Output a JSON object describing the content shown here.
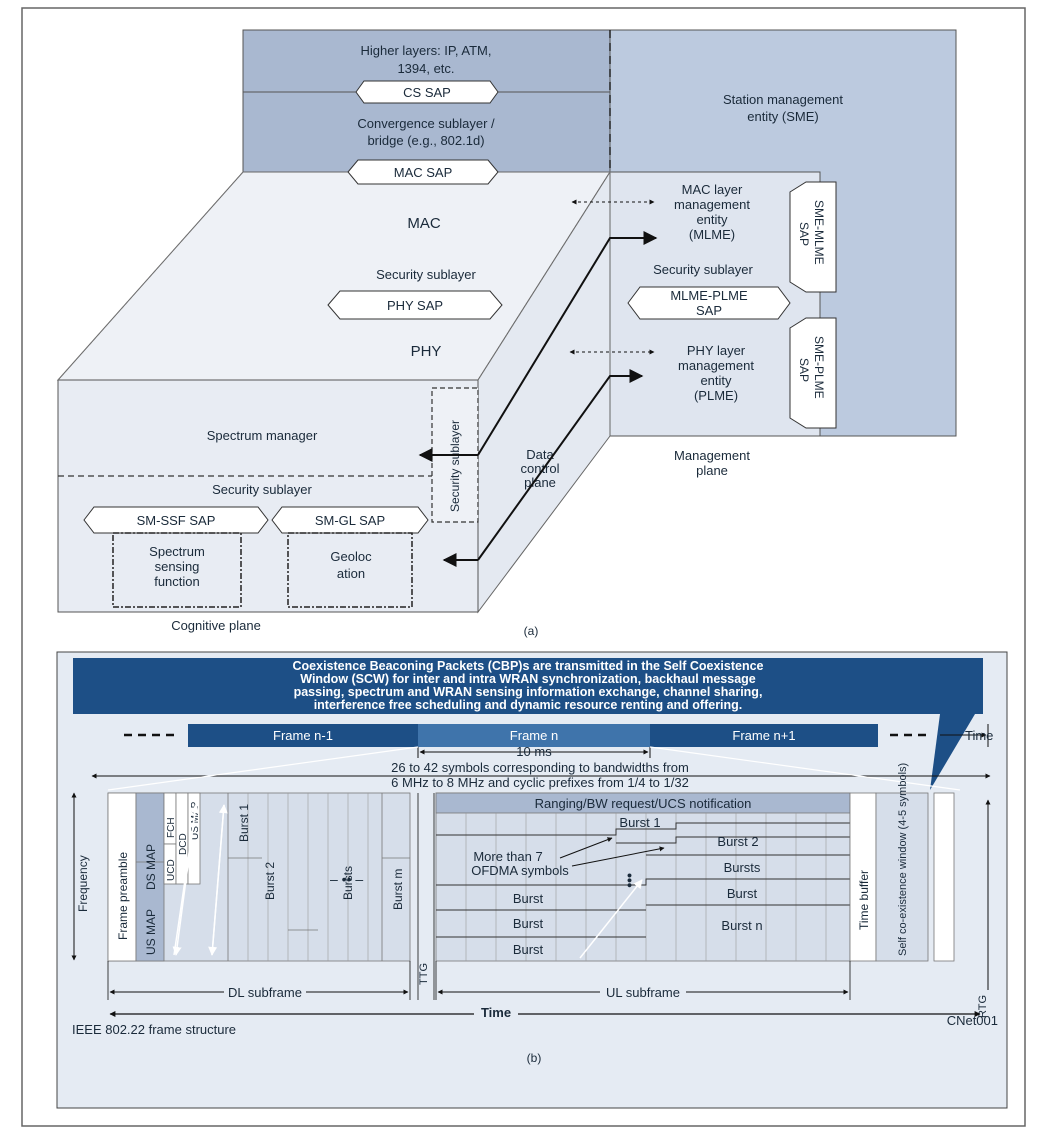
{
  "part_a": {
    "higher_layers": [
      "Higher layers: IP, ATM,",
      "1394, etc."
    ],
    "cs_sap": "CS SAP",
    "convergence": [
      "Convergence sublayer /",
      "bridge (e.g., 802.1d)"
    ],
    "mac_sap": "MAC SAP",
    "mac": "MAC",
    "security_sublayer_mac": "Security sublayer",
    "phy_sap": "PHY SAP",
    "phy": "PHY",
    "sme": [
      "Station management",
      "entity (SME)"
    ],
    "mlme": [
      "MAC layer",
      "management",
      "entity",
      "(MLME)"
    ],
    "security_sublayer_mgmt": "Security sublayer",
    "mlme_plme_sap": [
      "MLME-PLME",
      "SAP"
    ],
    "plme": [
      "PHY layer",
      "management",
      "entity",
      "(PLME)"
    ],
    "sme_mlme_sap": [
      "SME-MLME",
      "SAP"
    ],
    "sme_plme_sap": [
      "SME-PLME",
      "SAP"
    ],
    "spectrum_manager": "Spectrum manager",
    "security_sublayer_cog": "Security sublayer",
    "security_sublayer_vertical": "Security sublayer",
    "data_control_plane": [
      "Data",
      "control",
      "plane"
    ],
    "management_plane": [
      "Management",
      "plane"
    ],
    "sm_ssf_sap": "SM-SSF SAP",
    "sm_gl_sap": "SM-GL SAP",
    "ssf": [
      "Spectrum",
      "sensing",
      "function"
    ],
    "geoloc": [
      "Geoloc",
      "ation"
    ],
    "cognitive_plane": "Cognitive plane",
    "caption": "(a)"
  },
  "part_b": {
    "cbp_text": [
      "Coexistence Beaconing Packets (CBP)s are transmitted in the Self Coexistence",
      "Window (SCW) for inter and intra WRAN synchronization, backhaul message",
      "passing, spectrum and WRAN sensing information exchange, channel sharing,",
      "interference free scheduling and dynamic resource renting and offering."
    ],
    "frame_prev": "Frame n-1",
    "frame_cur": "Frame n",
    "frame_next": "Frame n+1",
    "time_top": "Time",
    "ten_ms": "10 ms",
    "symbols_text": [
      "26 to 42 symbols corresponding to bandwidths from",
      "6 MHz to 8 MHz and cyclic prefixes from 1/4 to 1/32"
    ],
    "frequency": "Frequency",
    "frame_preamble": "Frame preamble",
    "fch": "FCH",
    "ds_map": "DS MAP",
    "us_map": "US MAP",
    "ucd": "UCD",
    "dcd": "DCD",
    "us_map2": "US MAP",
    "burst1_dl": "Burst 1",
    "burst2_dl": "Burst 2",
    "bursts_dl": "Bursts",
    "burst_m": "Burst m",
    "ranging": "Ranging/BW request/UCS notification",
    "ul_burst1": "Burst 1",
    "ul_burst2": "Burst 2",
    "more_than": [
      "More than 7",
      "OFDMA symbols"
    ],
    "ul_bursts": "Bursts",
    "ul_burst_left1": "Burst",
    "ul_burst_left2": "Burst",
    "ul_burst_left3": "Burst",
    "ul_burst_right": "Burst",
    "ul_burst_n": "Burst n",
    "time_buffer": "Time buffer",
    "scw": "Self co-existence window (4-5 symbols)",
    "ttg": "TTG",
    "rtg": "RTG",
    "dl_subframe": "DL subframe",
    "ul_subframe": "UL subframe",
    "time_bottom": "Time",
    "ieee": "IEEE 802.22 frame structure",
    "cnet": "CNet001",
    "caption": "(b)"
  },
  "colors": {
    "dark_blue": "#1d4f86",
    "mid_blue": "#3f74ab",
    "light_blue": "#dde4ef",
    "gray_blue": "#a9b8d0",
    "lavender": "#c8d2e4"
  }
}
